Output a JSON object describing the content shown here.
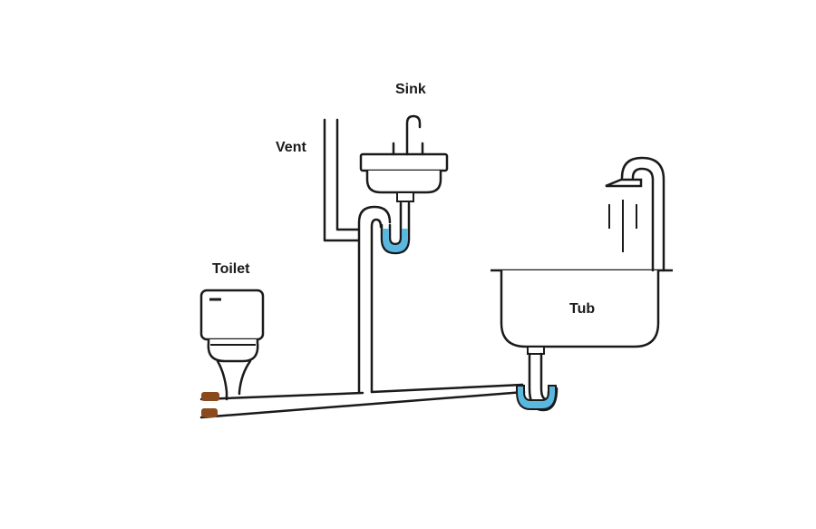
{
  "labels": {
    "sink": "Sink",
    "vent": "Vent",
    "toilet": "Toilet",
    "tub": "Tub"
  },
  "colors": {
    "outline": "#1a1a1a",
    "water": "#5ab8e0",
    "waste": "#8b4a1c",
    "background": "#ffffff"
  }
}
